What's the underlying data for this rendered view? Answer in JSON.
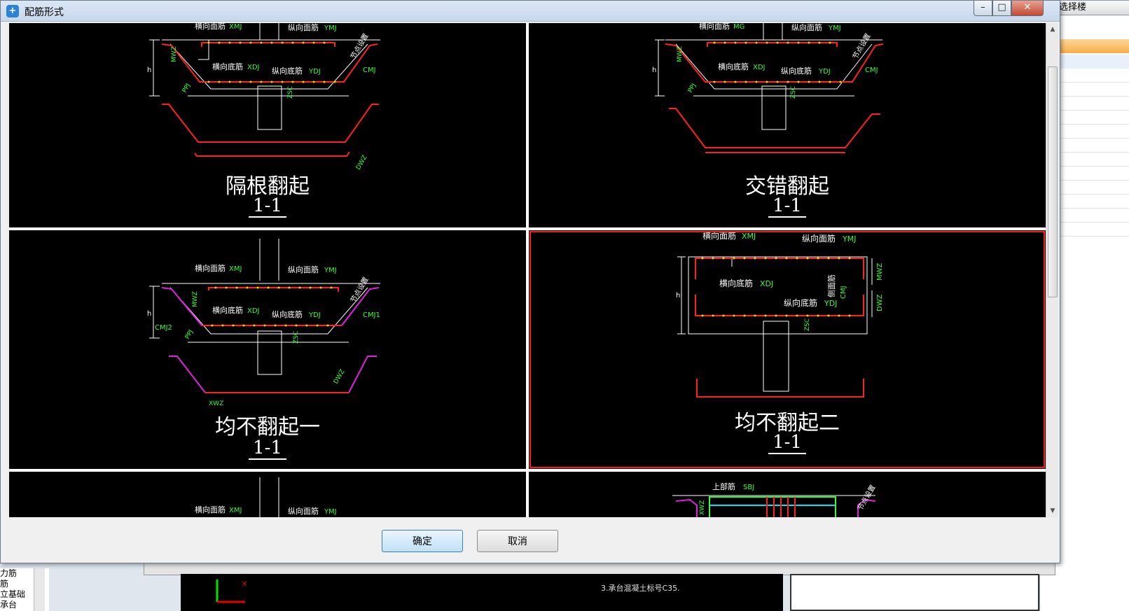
{
  "dialog": {
    "title": "配筋形式",
    "ok_label": "确定",
    "cancel_label": "取消"
  },
  "options": [
    {
      "name": "隔根翻起",
      "section": "1-1",
      "selected": false
    },
    {
      "name": "交错翻起",
      "section": "1-1",
      "selected": false
    },
    {
      "name": "均不翻起一",
      "section": "1-1",
      "selected": false
    },
    {
      "name": "均不翻起二",
      "section": "1-1",
      "selected": true
    }
  ],
  "labels": {
    "top_trans": "横向面筋",
    "top_trans_code": "XMJ",
    "top_long": "纵向面筋",
    "top_long_code": "YMJ",
    "bot_trans": "横向底筋",
    "bot_trans_code": "XDJ",
    "bot_long": "纵向底筋",
    "bot_long_code": "YDJ",
    "side": "侧面筋",
    "node": "节点设置",
    "upper": "上部筋",
    "upper_code": "SBJ",
    "cmj": "CMJ",
    "cmj1": "CMJ1",
    "cmj2": "CMJ2",
    "h": "h",
    "mwz": "MWZ",
    "dwz": "DWZ",
    "xwz": "XWZ",
    "ppj": "PPJ",
    "zsc": "ZSC",
    "mg": "MG"
  },
  "background": {
    "right_button": "选择楼",
    "left_tree": [
      "力筋",
      "筋",
      "立基础",
      "承台"
    ],
    "canvas_note": "3.承台混凝土标号C35."
  },
  "colors": {
    "rebar": "#ff2020",
    "dots": "#ffd400",
    "dim_text": "#33ff33",
    "magenta": "#e020e0",
    "selection": "#ff1a1a"
  }
}
